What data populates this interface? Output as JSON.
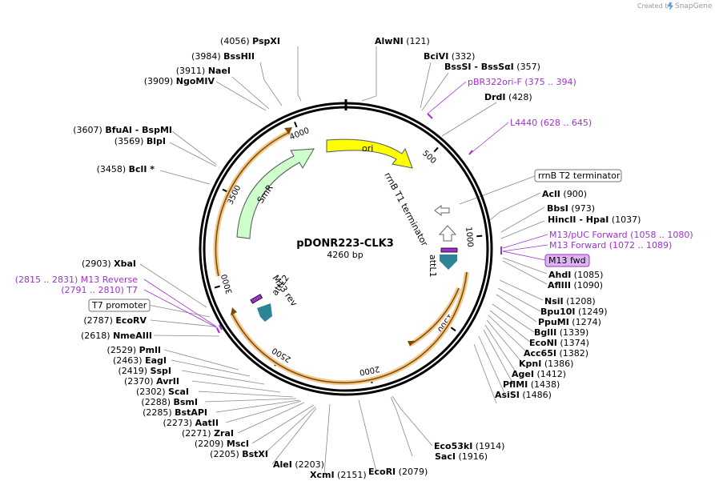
{
  "header": {
    "credit_text": "Created by",
    "brand": "SnapGene"
  },
  "plasmid": {
    "name": "pDONR223-CLK3",
    "length": "4260 bp",
    "total_bp": 4260
  },
  "ticks": [
    "4000",
    "500",
    "1000",
    "1500",
    "2000",
    "2500",
    "3000",
    "3500"
  ],
  "sites": [
    {
      "name": "PspXI",
      "pos": "(4056)"
    },
    {
      "name": "AlwNI",
      "pos": "(121)"
    },
    {
      "name": "BssHII",
      "pos": "(3984)"
    },
    {
      "name": "BciVI",
      "pos": "(332)"
    },
    {
      "name": "NaeI",
      "pos": "(3911)"
    },
    {
      "name": "BssSI - BssSαI",
      "pos": "(357)"
    },
    {
      "name": "NgoMIV",
      "pos": "(3909)"
    },
    {
      "name": "DrdI",
      "pos": "(428)"
    },
    {
      "name": "BfuAI - BspMI",
      "pos": "(3607)"
    },
    {
      "name": "BlpI",
      "pos": "(3569)"
    },
    {
      "name": "BclI *",
      "pos": "(3458)"
    },
    {
      "name": "AclI",
      "pos": "(900)"
    },
    {
      "name": "BbsI",
      "pos": "(973)"
    },
    {
      "name": "HincII - HpaI",
      "pos": "(1037)"
    },
    {
      "name": "XbaI",
      "pos": "(2903)"
    },
    {
      "name": "AhdI",
      "pos": "(1085)"
    },
    {
      "name": "AflIII",
      "pos": "(1090)"
    },
    {
      "name": "EcoRV",
      "pos": "(2787)"
    },
    {
      "name": "NmeAIII",
      "pos": "(2618)"
    },
    {
      "name": "NsiI",
      "pos": "(1208)"
    },
    {
      "name": "Bpu10I",
      "pos": "(1249)"
    },
    {
      "name": "PpuMI",
      "pos": "(1274)"
    },
    {
      "name": "BglII",
      "pos": "(1339)"
    },
    {
      "name": "EcoNI",
      "pos": "(1374)"
    },
    {
      "name": "Acc65I",
      "pos": "(1382)"
    },
    {
      "name": "KpnI",
      "pos": "(1386)"
    },
    {
      "name": "AgeI",
      "pos": "(1412)"
    },
    {
      "name": "PflMI",
      "pos": "(1438)"
    },
    {
      "name": "AsiSI",
      "pos": "(1486)"
    },
    {
      "name": "PmlI",
      "pos": "(2529)"
    },
    {
      "name": "EagI",
      "pos": "(2463)"
    },
    {
      "name": "SspI",
      "pos": "(2419)"
    },
    {
      "name": "AvrII",
      "pos": "(2370)"
    },
    {
      "name": "ScaI",
      "pos": "(2302)"
    },
    {
      "name": "BsmI",
      "pos": "(2288)"
    },
    {
      "name": "BstAPI",
      "pos": "(2285)"
    },
    {
      "name": "AatII",
      "pos": "(2273)"
    },
    {
      "name": "ZraI",
      "pos": "(2271)"
    },
    {
      "name": "MscI",
      "pos": "(2209)"
    },
    {
      "name": "BstXI",
      "pos": "(2205)"
    },
    {
      "name": "AleI",
      "pos": "(2203)"
    },
    {
      "name": "XcmI",
      "pos": "(2151)"
    },
    {
      "name": "EcoRI",
      "pos": "(2079)"
    },
    {
      "name": "Eco53kI",
      "pos": "(1914)"
    },
    {
      "name": "SacI",
      "pos": "(1916)"
    }
  ],
  "primers": [
    {
      "name": "pBR322ori-F",
      "range": "(375 .. 394)"
    },
    {
      "name": "L4440",
      "range": "(628 .. 645)"
    },
    {
      "name": "M13/pUC Forward",
      "range": "(1058 .. 1080)"
    },
    {
      "name": "M13 Forward",
      "range": "(1072 .. 1089)"
    },
    {
      "name": "M13 Reverse",
      "range": "(2815 .. 2831)"
    },
    {
      "name": "T7",
      "range": "(2791 .. 2810)"
    }
  ],
  "boxed_labels": {
    "rrnB_T2": "rrnB T2 terminator",
    "m13_fwd": "M13 fwd",
    "t7_promoter": "T7 promoter"
  },
  "features": {
    "ori": "ori",
    "smr": "SmR",
    "rrnb_t1": "rrnB T1 terminator",
    "attl1": "attL1",
    "m13_rev": "M13 rev",
    "attl2": "attL2"
  },
  "colors": {
    "ori": "#ffff00",
    "smr": "#ccffcc",
    "orf_halo": "#f3c68b",
    "orf_line": "#7a4b00",
    "att": "#2e8397",
    "primer": "#a030d0",
    "primer_box": "#dcb4f0"
  }
}
